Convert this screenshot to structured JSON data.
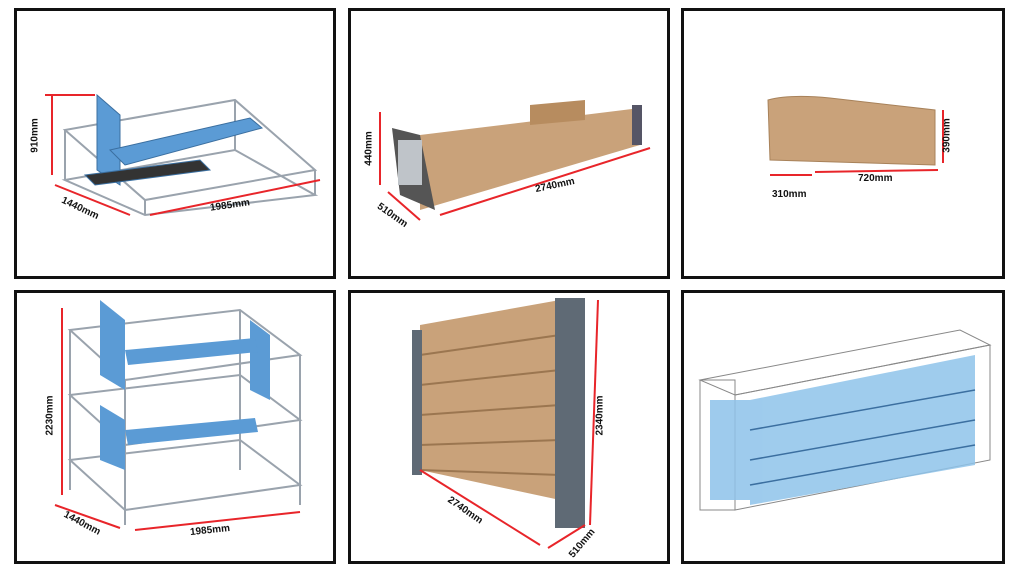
{
  "panels": [
    {
      "name": "frame-with-lift-single",
      "dims": {
        "height": "910mm",
        "width": "1440mm",
        "length": "1985mm"
      }
    },
    {
      "name": "packed-column",
      "dims": {
        "height": "440mm",
        "width": "510mm",
        "length": "2740mm"
      }
    },
    {
      "name": "carton-box",
      "dims": {
        "height": "390mm",
        "width": "310mm",
        "length": "720mm"
      }
    },
    {
      "name": "frames-stacked",
      "dims": {
        "height": "2230mm",
        "width": "1440mm",
        "length": "1985mm"
      }
    },
    {
      "name": "columns-stacked",
      "dims": {
        "height": "2340mm",
        "length": "2740mm",
        "width": "510mm"
      }
    },
    {
      "name": "container-loading"
    }
  ],
  "colors": {
    "dimension": "#e8252a",
    "frame": "#9aa3ad",
    "lift": "#5b9bd5",
    "carton": "#c9a27a"
  }
}
